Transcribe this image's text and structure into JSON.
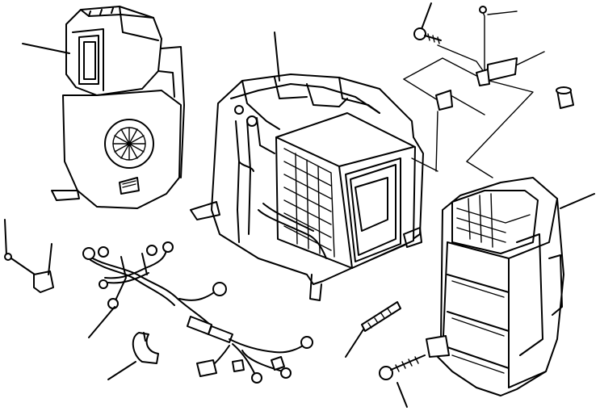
{
  "diagram": {
    "parts": [
      {
        "name": "blower-unit"
      },
      {
        "name": "evaporator-heater-unit"
      },
      {
        "name": "bracket-bolt"
      },
      {
        "name": "bracket"
      },
      {
        "name": "rubber-cap"
      },
      {
        "name": "heater-core-unit"
      },
      {
        "name": "wiring-harness"
      },
      {
        "name": "ground-clip"
      },
      {
        "name": "hose-clip"
      },
      {
        "name": "drain-hose"
      },
      {
        "name": "mounting-bolt"
      }
    ],
    "callout_labels": []
  }
}
